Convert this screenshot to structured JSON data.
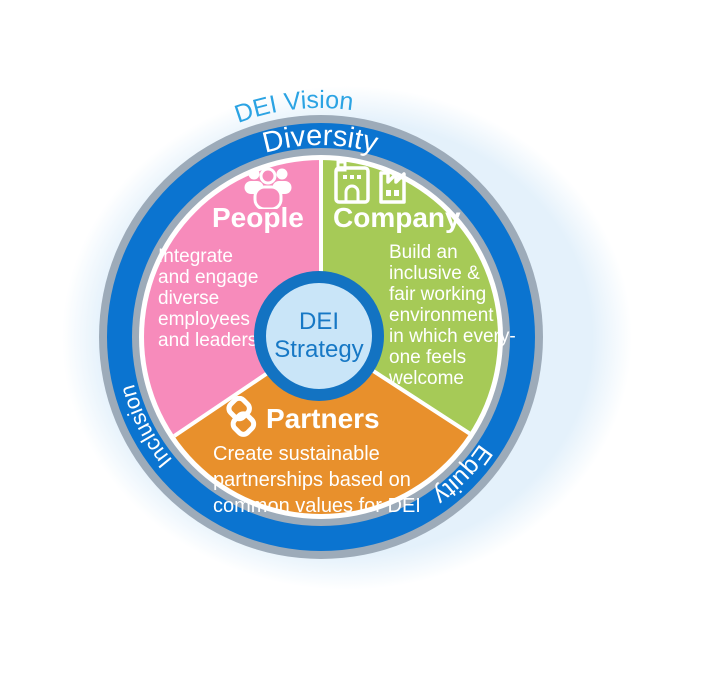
{
  "title": "DEI Vision",
  "ring": {
    "top_label": "Diversity",
    "right_label": "Equity",
    "left_label": "Inclusion"
  },
  "center": {
    "line1": "DEI",
    "line2": "Strategy"
  },
  "sectors": {
    "people": {
      "title": "People",
      "description": [
        "Integrate",
        "and engage",
        "diverse",
        "employees",
        "and leaders"
      ],
      "icon": "people-group-icon"
    },
    "company": {
      "title": "Company",
      "description": [
        "Build an",
        "inclusive &",
        "fair working",
        "environment",
        "in which every-",
        "one feels",
        "welcome"
      ],
      "icon": "buildings-icon"
    },
    "partners": {
      "title": "Partners",
      "description": [
        "Create sustainable",
        "partnerships based on",
        "common values for DEI"
      ],
      "icon": "handshake-icon"
    }
  },
  "colors": {
    "ring_blue": "#0B74D0",
    "ring_gray": "#9DABB9",
    "vision_disc": "#E4F1FB",
    "people": "#F78BBB",
    "company": "#A6CA57",
    "partners": "#E8902C",
    "center_fill": "#C9E5F8",
    "center_border": "#1373C2",
    "vision_text": "#2BA3E3",
    "strategy_text": "#1778C5"
  }
}
